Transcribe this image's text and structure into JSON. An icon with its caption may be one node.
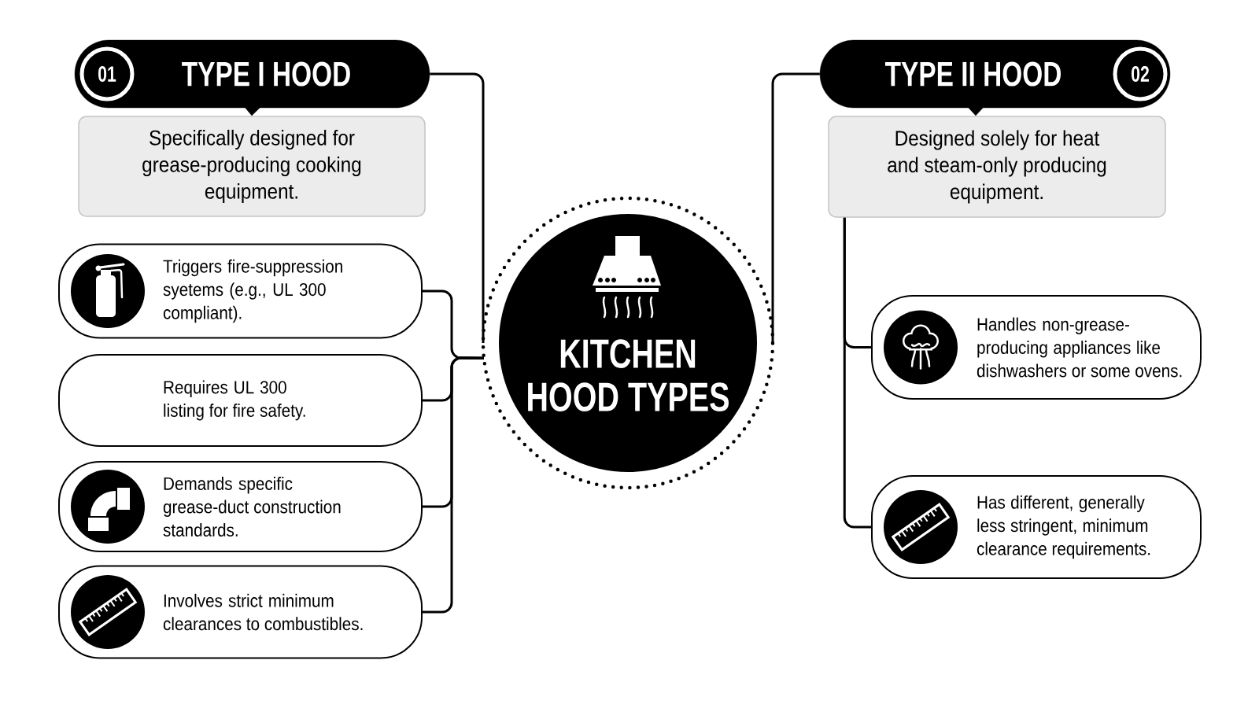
{
  "diagram": {
    "nodes": [
      {
        "text": [
          "TYPE I HOOD"
        ]
      },
      {
        "text": [
          "01"
        ],
        "in": 0
      },
      {
        "text": [
          "Specifically designed for grease-producing cooking equipment."
        ]
      },
      {
        "text": [
          "Triggers fire-suppression syetems (e.g., UL 300 compliant)."
        ]
      },
      {
        "text": [
          "Requires UL 300 listing for fire safety."
        ]
      },
      {
        "text": [
          "Demands specific grease-duct construction standards."
        ]
      },
      {
        "text": [
          "Involves strict minimum clearances to combustibles."
        ]
      },
      {
        "text": [
          "KITCHEN HOOD TYPES"
        ]
      },
      {
        "text": [
          "TYPE II HOOD"
        ]
      },
      {
        "text": [
          "02"
        ],
        "in": 8
      },
      {
        "text": [
          "Designed solely for heat and steam-only producing equipment."
        ]
      },
      {
        "text": [
          "Handles non-grease-producing appliances like dishwashers or some ovens."
        ]
      },
      {
        "text": [
          "Has different, generally less stringent, minimum clearance requirements."
        ]
      }
    ],
    "edges": [
      {
        "from": 0,
        "to": 2,
        "arrow": "to"
      },
      {
        "from": 0,
        "to": 7,
        "arrow": "none"
      },
      {
        "from": 3,
        "to": 7,
        "arrow": "none"
      },
      {
        "from": 4,
        "to": 7,
        "arrow": "none"
      },
      {
        "from": 5,
        "to": 7,
        "arrow": "none"
      },
      {
        "from": 6,
        "to": 7,
        "arrow": "none"
      },
      {
        "from": 8,
        "to": 10,
        "arrow": "to"
      },
      {
        "from": 8,
        "to": 7,
        "arrow": "none"
      },
      {
        "from": 10,
        "to": 11,
        "arrow": "none"
      },
      {
        "from": 10,
        "to": 12,
        "arrow": "none"
      }
    ]
  }
}
